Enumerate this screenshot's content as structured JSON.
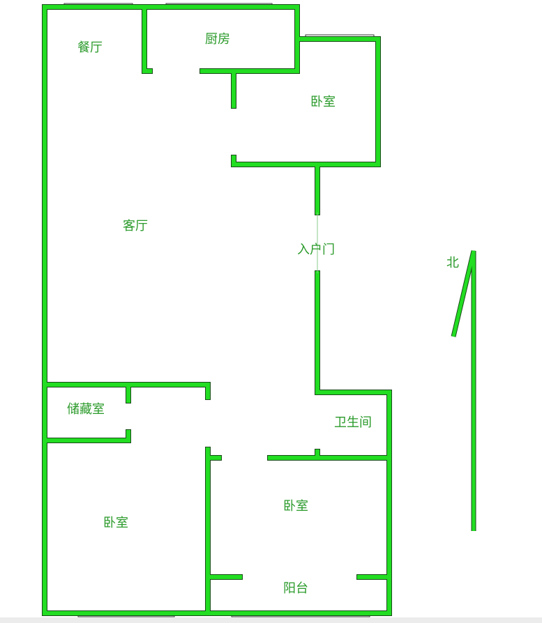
{
  "rooms": {
    "dining": "餐厅",
    "kitchen": "厨房",
    "bedroom_ne": "卧室",
    "living": "客厅",
    "entrance": "入户门",
    "storage": "储藏室",
    "bathroom": "卫生间",
    "bedroom_sw": "卧室",
    "bedroom_se": "卧室",
    "balcony": "阳台"
  },
  "north_label": "北",
  "colors": {
    "wall": "#22dd22",
    "outline": "#1a4a1a",
    "text": "#2a9a2a"
  }
}
